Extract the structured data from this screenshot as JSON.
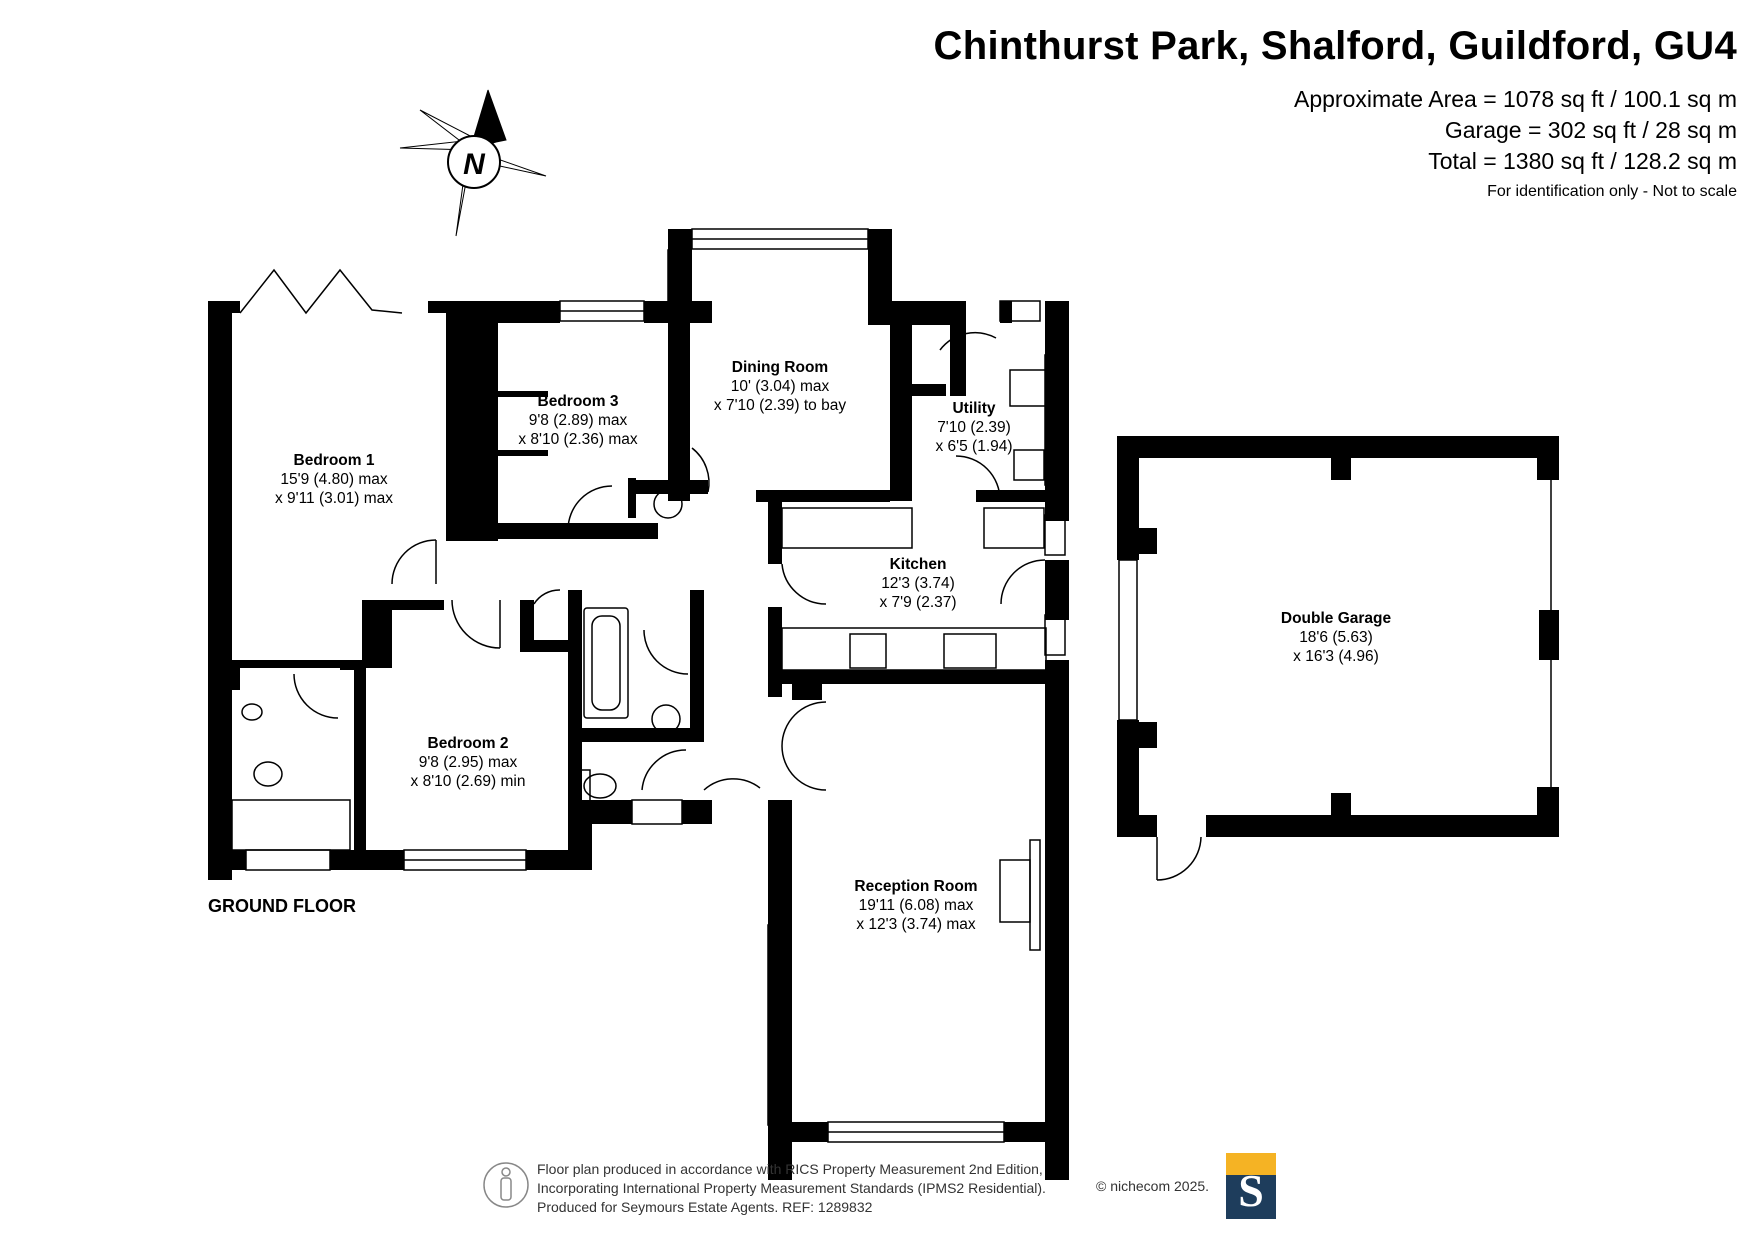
{
  "header": {
    "title": "Chinthurst Park, Shalford, Guildford, GU4",
    "area_total_house": "Approximate Area = 1078 sq ft / 100.1 sq m",
    "area_garage": "Garage = 302 sq ft / 28 sq m",
    "area_total": "Total = 1380 sq ft / 128.2 sq m",
    "note": "For identification only - Not to scale"
  },
  "compass": {
    "label": "N",
    "icon": "north-compass-icon"
  },
  "floor_label": "GROUND FLOOR",
  "rooms": {
    "bedroom1": {
      "name": "Bedroom 1",
      "dim1": "15'9 (4.80) max",
      "dim2": "x 9'11 (3.01) max"
    },
    "bedroom3": {
      "name": "Bedroom 3",
      "dim1": "9'8 (2.89) max",
      "dim2": "x 8'10 (2.36) max"
    },
    "dining": {
      "name": "Dining Room",
      "dim1": "10' (3.04) max",
      "dim2": "x 7'10 (2.39) to bay"
    },
    "utility": {
      "name": "Utility",
      "dim1": "7'10 (2.39)",
      "dim2": "x 6'5 (1.94)"
    },
    "kitchen": {
      "name": "Kitchen",
      "dim1": "12'3 (3.74)",
      "dim2": "x 7'9 (2.37)"
    },
    "bedroom2": {
      "name": "Bedroom 2",
      "dim1": "9'8 (2.95) max",
      "dim2": "x 8'10 (2.69) min"
    },
    "reception": {
      "name": "Reception Room",
      "dim1": "19'11 (6.08) max",
      "dim2": "x 12'3 (3.74) max"
    },
    "garage": {
      "name": "Double Garage",
      "dim1": "18'6 (5.63)",
      "dim2": "x 16'3 (4.96)"
    }
  },
  "footer": {
    "line1": "Floor plan produced in accordance with RICS Property Measurement 2nd Edition,",
    "line2": "Incorporating International Property Measurement Standards (IPMS2 Residential).",
    "line3": "Produced for Seymours Estate Agents.   REF: 1289832",
    "copyright": "© nichecom 2025.",
    "logo_letter": "S"
  },
  "colors": {
    "wall": "#000000",
    "logo_navy": "#1e3d5c",
    "logo_gold": "#f5b324"
  }
}
